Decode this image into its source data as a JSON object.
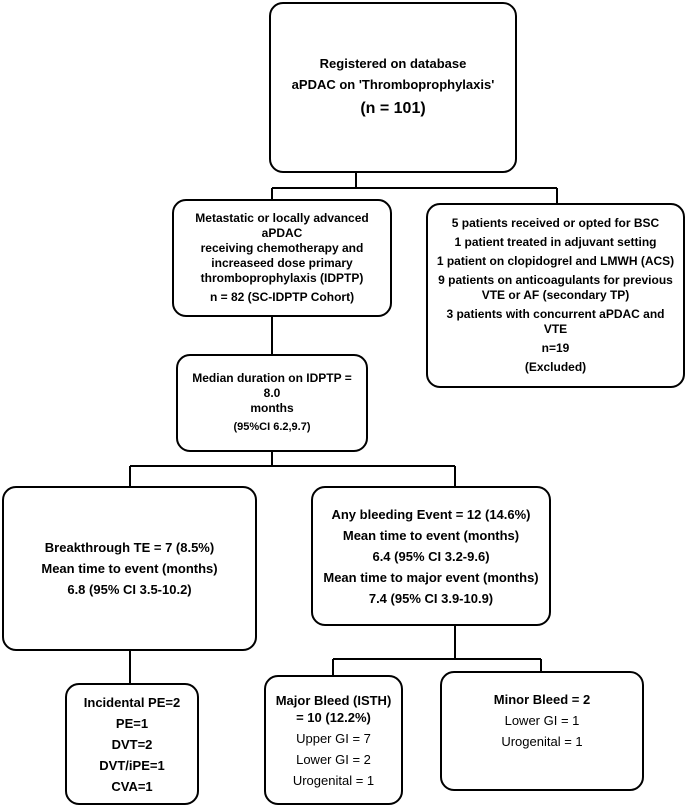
{
  "boxes": {
    "registered": {
      "lines": [
        "Registered on database",
        "aPDAC on 'Thromboprophylaxis'",
        "(n = 101)"
      ]
    },
    "cohort": {
      "lines": [
        "Metastatic or locally advanced aPDAC",
        "receiving chemotherapy and",
        "increaseed dose primary",
        "thromboprophylaxis (IDPTP)",
        "n = 82 (SC-IDPTP Cohort)"
      ]
    },
    "excluded": {
      "lines": [
        "5 patients received or opted for BSC",
        "1 patient treated in adjuvant setting",
        "1 patient on clopidogrel and LMWH (ACS)",
        "9 patients on anticoagulants for previous",
        "VTE or AF (secondary TP)",
        "3 patients with concurrent aPDAC and VTE",
        "n=19",
        "(Excluded)"
      ]
    },
    "median": {
      "lines": [
        "Median duration on IDPTP = 8.0",
        "months",
        "(95%CI 6.2,9.7)"
      ]
    },
    "breakthrough": {
      "lines": [
        "Breakthrough TE = 7 (8.5%)",
        "Mean time to event (months)",
        "6.8 (95% CI 3.5-10.2)"
      ]
    },
    "bleeding": {
      "lines": [
        "Any bleeding Event = 12  (14.6%)",
        "Mean time to event (months)",
        "6.4 (95% CI 3.2-9.6)",
        "Mean time to major event (months)",
        "7.4 (95% CI 3.9-10.9)"
      ]
    },
    "te_events": {
      "lines": [
        "Incidental PE=2",
        "PE=1",
        "DVT=2",
        "DVT/iPE=1",
        "CVA=1"
      ]
    },
    "major_bleed": {
      "lines": [
        "Major Bleed (ISTH)",
        "= 10 (12.2%)",
        "Upper GI = 7",
        "Lower GI = 2",
        "Urogenital = 1"
      ]
    },
    "minor_bleed": {
      "lines": [
        "Minor Bleed = 2",
        "Lower GI = 1",
        "Urogenital = 1"
      ]
    }
  }
}
